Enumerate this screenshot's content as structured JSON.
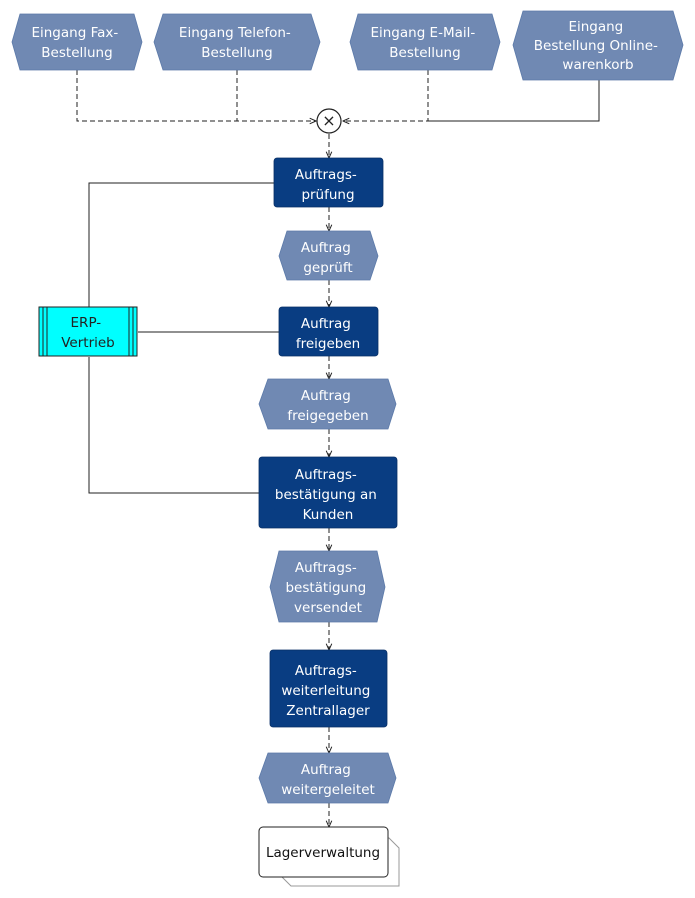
{
  "events_top": [
    {
      "id": "ev-fax",
      "lines": [
        "Eingang Fax-",
        "Bestellung"
      ]
    },
    {
      "id": "ev-telefon",
      "lines": [
        "Eingang  Telefon-",
        "Bestellung"
      ]
    },
    {
      "id": "ev-email",
      "lines": [
        "Eingang  E-Mail-",
        "Bestellung"
      ]
    },
    {
      "id": "ev-online",
      "lines": [
        "Eingang",
        "Bestellung Online-",
        "warenkorb"
      ]
    }
  ],
  "connector": {
    "symbol": "×"
  },
  "functions": [
    {
      "id": "fn-pruefung",
      "lines": [
        "Auftrags-",
        "prüfung"
      ]
    },
    {
      "id": "fn-freigeben",
      "lines": [
        "Auftrag",
        "freigeben"
      ]
    },
    {
      "id": "fn-bestaetigung",
      "lines": [
        "Auftrags-",
        "bestätigung an",
        "Kunden"
      ]
    },
    {
      "id": "fn-weiterleitung",
      "lines": [
        "Auftrags-",
        "weiterleitung",
        "Zentrallager"
      ]
    }
  ],
  "events": [
    {
      "id": "ev-geprueft",
      "lines": [
        "Auftrag",
        "geprüft"
      ]
    },
    {
      "id": "ev-freigegeben",
      "lines": [
        "Auftrag",
        "freigegeben"
      ]
    },
    {
      "id": "ev-versendet",
      "lines": [
        "Auftrags-",
        "bestätigung",
        "versendet"
      ]
    },
    {
      "id": "ev-weitergeleitet",
      "lines": [
        "Auftrag",
        "weitergeleitet"
      ]
    }
  ],
  "system": {
    "lines": [
      "ERP-",
      "Vertrieb"
    ],
    "color": "#00ffff"
  },
  "process_interface": {
    "label": "Lagerverwaltung"
  },
  "colors": {
    "event": "#7089b3",
    "function": "#093d82",
    "text_light": "#ffffff"
  }
}
